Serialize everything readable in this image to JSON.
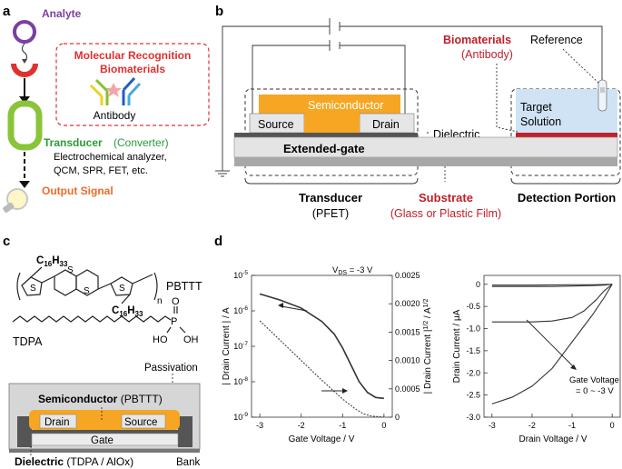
{
  "panels": {
    "a": {
      "label": "a",
      "analyte": "Analyte",
      "recognition_line1": "Molecular Recognition",
      "recognition_line2": "Biomaterials",
      "antibody": "Antibody",
      "transducer": "Transducer",
      "converter": "(Converter)",
      "methods_line1": "Electrochemical analyzer,",
      "methods_line2": "QCM, SPR, FET, etc.",
      "output": "Output Signal"
    },
    "b": {
      "label": "b",
      "biomaterials": "Biomaterials",
      "antibody": "(Antibody)",
      "reference": "Reference",
      "semiconductor": "Semiconductor",
      "source": "Source",
      "drain": "Drain",
      "dielectric": "Dielectric",
      "target_line1": "Target",
      "target_line2": "Solution",
      "extended_gate": "Extended-gate",
      "transducer": "Transducer",
      "pfet": "(PFET)",
      "substrate": "Substrate",
      "substrate_sub": "(Glass or Plastic Film)",
      "detection": "Detection Portion"
    },
    "c": {
      "label": "c",
      "c16h33": "C",
      "c16_sub": "16",
      "h33": "H",
      "h33_sub": "33",
      "n_sub": "n",
      "s": "S",
      "pbttt": "PBTTT",
      "tdpa": "TDPA",
      "p": "P",
      "o": "O",
      "ho": "HO",
      "oh": "OH",
      "passivation": "Passivation",
      "semiconductor": "Semiconductor",
      "semiconductor_paren": "(PBTTT)",
      "drain": "Drain",
      "source": "Source",
      "gate": "Gate",
      "dielectric": "Dielectric",
      "dielectric_paren": "(TDPA / AlOx)",
      "bank": "Bank"
    },
    "d": {
      "label": "d",
      "vds": "V",
      "vds_sub": "DS",
      "vds_val": " = -3 V",
      "ylabel_left": "| Drain Current | / A",
      "ylabel_right": "| Drain Current |",
      "ylabel_right_sup": "1/2",
      "ylabel_right_unit": " / A",
      "ylabel_right_unit_sup": "1/2",
      "xlabel_left": "Gate Voltage / V",
      "xlabel_right": "Drain Voltage / V",
      "ylabel_right_plot": "Drain Current / μA",
      "gate_annot_line1": "Gate Voltage",
      "gate_annot_line2": "= 0 ~ -3 V"
    }
  },
  "chart_data": [
    {
      "type": "line",
      "title": "",
      "xlabel": "Gate Voltage / V",
      "ylabel": "| Drain Current | / A",
      "y2label": "| Drain Current |1/2 / A1/2",
      "xlim": [
        -3.2,
        0.2
      ],
      "ylim_log": [
        1e-09,
        1e-05
      ],
      "y2lim": [
        0,
        0.0025
      ],
      "xticks": [
        "-3",
        "-2",
        "-1",
        "0"
      ],
      "yticks": [
        "10-9",
        "10-8",
        "10-7",
        "10-6",
        "10-5"
      ],
      "y2ticks": [
        "0",
        "0.0005",
        "0.0010",
        "0.0015",
        "0.0020",
        "0.0025"
      ],
      "annotation": "VDS = -3 V",
      "series": [
        {
          "scale": "log",
          "x": [
            -3.0,
            -2.5,
            -2.0,
            -1.5,
            -1.2,
            -1.0,
            -0.8,
            -0.6,
            -0.4,
            -0.2,
            0.0
          ],
          "y": [
            3e-06,
            2e-06,
            1.2e-06,
            5e-07,
            2.2e-07,
            9e-08,
            3e-08,
            1e-08,
            5e-09,
            3.6e-09,
            3.4e-09
          ]
        },
        {
          "scale": "sqrt",
          "x": [
            -3.0,
            -2.5,
            -2.0,
            -1.5,
            -1.0,
            -0.7,
            -0.5,
            -0.3,
            0.0
          ],
          "y": [
            0.0017,
            0.00135,
            0.001,
            0.00065,
            0.00032,
            0.00015,
            6e-05,
            2e-05,
            0.0
          ]
        }
      ]
    },
    {
      "type": "line",
      "title": "",
      "xlabel": "Drain Voltage / V",
      "ylabel": "Drain Current / μA",
      "xlim": [
        -3.2,
        0.2
      ],
      "ylim": [
        -3.0,
        0.2
      ],
      "xticks": [
        "-3",
        "-2",
        "-1",
        "0"
      ],
      "yticks": [
        "0",
        "-0.5",
        "-1.0",
        "-1.5",
        "-2.0",
        "-2.5",
        "-3.0"
      ],
      "annotation": "Gate Voltage = 0 ~ -3 V",
      "series": [
        {
          "x": [
            -3,
            -2,
            -1,
            -0.5,
            0
          ],
          "y": [
            -0.02,
            -0.02,
            -0.01,
            -0.01,
            0
          ]
        },
        {
          "x": [
            -3,
            -2,
            -1.5,
            -1,
            -0.5,
            -0.2,
            0
          ],
          "y": [
            -0.05,
            -0.05,
            -0.05,
            -0.04,
            -0.03,
            -0.02,
            0
          ]
        },
        {
          "x": [
            -3,
            -2,
            -1.5,
            -1,
            -0.7,
            -0.4,
            -0.2,
            0
          ],
          "y": [
            -0.85,
            -0.85,
            -0.83,
            -0.75,
            -0.6,
            -0.35,
            -0.15,
            0
          ]
        },
        {
          "x": [
            -3,
            -2.5,
            -2,
            -1.5,
            -1,
            -0.5,
            -0.2,
            0
          ],
          "y": [
            -2.7,
            -2.55,
            -2.3,
            -1.9,
            -1.3,
            -0.7,
            -0.3,
            0
          ]
        }
      ]
    }
  ]
}
